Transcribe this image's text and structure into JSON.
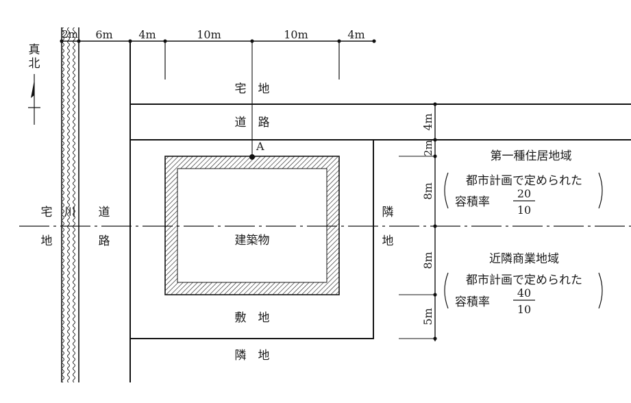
{
  "north": {
    "label_1": "真",
    "label_2": "北"
  },
  "top_dimensions": {
    "river": "2m",
    "road_west": "6m",
    "d1": "4m",
    "d2": "10m",
    "d3": "10m",
    "d4": "4m"
  },
  "right_dimensions": {
    "road": "4m",
    "setback": "2m",
    "north_part": "8m",
    "south_part": "8m",
    "bottom": "5m"
  },
  "labels": {
    "residential_top": "宅　地",
    "road_top": "道　路",
    "point": "A",
    "building": "建築物",
    "site": "敷　地",
    "neighbor_bottom": "隣　地",
    "west_res_1": "宅",
    "west_res_2": "地",
    "river": "川",
    "west_road_1": "道",
    "west_road_2": "路",
    "east_nb_1": "隣",
    "east_nb_2": "地"
  },
  "zones": {
    "zone1": {
      "name": "第一種住居地域",
      "line1": "都市計画で定められた",
      "ratio_label": "容積率",
      "num": "20",
      "den": "10"
    },
    "zone2": {
      "name": "近隣商業地域",
      "line1": "都市計画で定められた",
      "ratio_label": "容積率",
      "num": "40",
      "den": "10"
    }
  }
}
